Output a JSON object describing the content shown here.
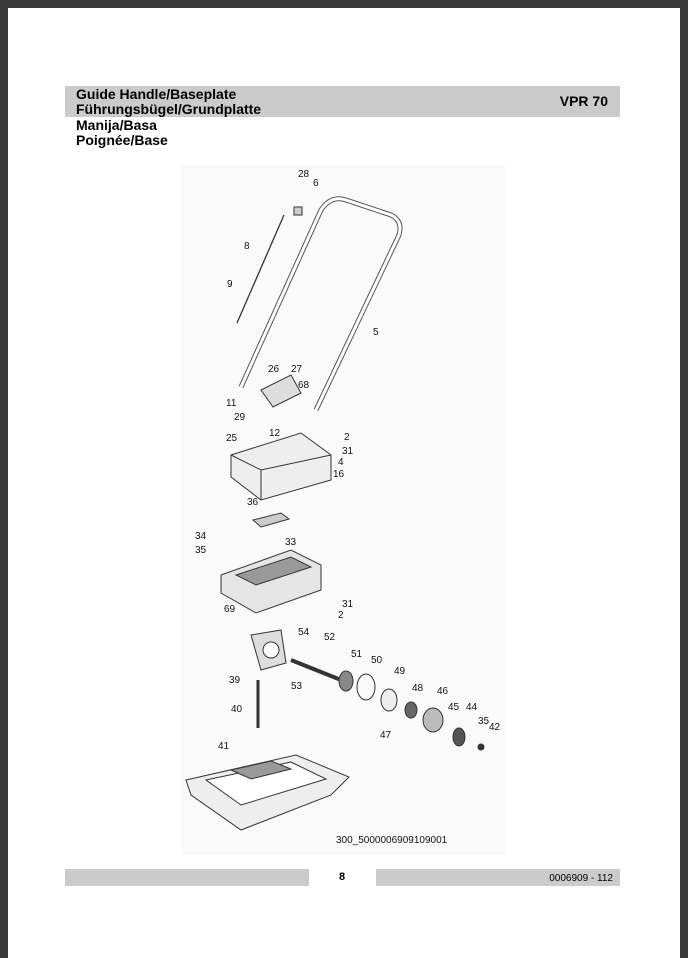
{
  "header": {
    "titles": [
      "Guide Handle/Baseplate",
      "Führungsbügel/Grundplatte",
      "Manija/Basa",
      "Poignée/Base"
    ],
    "model": "VPR 70"
  },
  "diagram": {
    "callouts": [
      "28",
      "6",
      "8",
      "9",
      "5",
      "26",
      "27",
      "68",
      "11",
      "29",
      "12",
      "25",
      "2",
      "31",
      "4",
      "16",
      "36",
      "34",
      "35",
      "33",
      "31",
      "2",
      "69",
      "54",
      "52",
      "51",
      "50",
      "49",
      "48",
      "46",
      "45",
      "44",
      "35",
      "42",
      "39",
      "53",
      "40",
      "47",
      "41"
    ],
    "figure_id": "300_5000006909109001"
  },
  "footer": {
    "page_number": "8",
    "doc_number": "0006909 - 112"
  }
}
